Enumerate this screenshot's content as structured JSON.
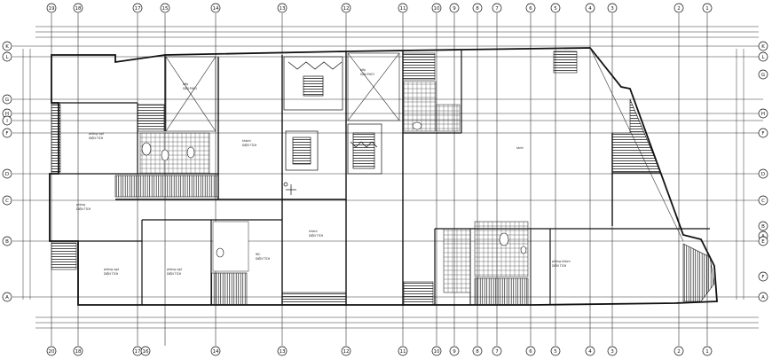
{
  "grid": {
    "columns_top": [
      "19",
      "18",
      "17",
      "15",
      "14",
      "13",
      "12",
      "11",
      "10",
      "9",
      "8",
      "7",
      "6",
      "5",
      "4",
      "3",
      "2",
      "1"
    ],
    "columns_bottom": [
      "20",
      "18",
      "17",
      "16",
      "14",
      "13",
      "12",
      "11",
      "10",
      "9",
      "8",
      "7",
      "6",
      "5",
      "4",
      "3",
      "2",
      "1"
    ],
    "rows_left": [
      "K",
      "L",
      "G",
      "H",
      "I",
      "F",
      "D",
      "C",
      "B",
      "A"
    ],
    "rows_right": [
      "K",
      "L",
      "G",
      "H",
      "F",
      "D",
      "C",
      "B",
      "A",
      "E",
      "F",
      "A"
    ]
  },
  "rooms": [
    {
      "id": "r1",
      "label": "phòng ngủ",
      "sub": "DIỆN TÍCH"
    },
    {
      "id": "r2",
      "label": "bếp",
      "sub": "SÂN PHƠI"
    },
    {
      "id": "r3",
      "label": "bếp",
      "sub": "SÂN PHƠI"
    },
    {
      "id": "r4",
      "label": "khách",
      "sub": "DIỆN TÍCH"
    },
    {
      "id": "r5",
      "label": "phòng",
      "sub": "DIỆN TÍCH"
    },
    {
      "id": "r6",
      "label": "phòng ngủ",
      "sub": "DIỆN TÍCH"
    },
    {
      "id": "r7",
      "label": "phòng ngủ",
      "sub": "DIỆN TÍCH"
    },
    {
      "id": "r8",
      "label": "WC",
      "sub": "DIỆN TÍCH"
    },
    {
      "id": "r9",
      "label": "khách",
      "sub": "DIỆN TÍCH"
    },
    {
      "id": "r10",
      "label": "phòng khách",
      "sub": "DIỆN TÍCH"
    },
    {
      "id": "r11",
      "label": "sảnh",
      "sub": ""
    }
  ]
}
